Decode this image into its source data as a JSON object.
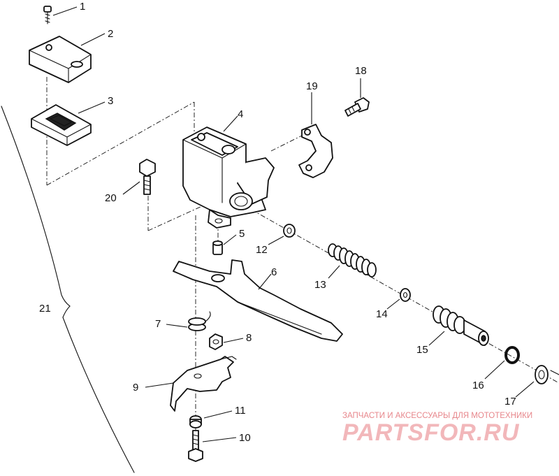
{
  "diagram": {
    "parts": [
      {
        "number": "1"
      },
      {
        "number": "2"
      },
      {
        "number": "3"
      },
      {
        "number": "4"
      },
      {
        "number": "5"
      },
      {
        "number": "6"
      },
      {
        "number": "7"
      },
      {
        "number": "8"
      },
      {
        "number": "9"
      },
      {
        "number": "10"
      },
      {
        "number": "11"
      },
      {
        "number": "12"
      },
      {
        "number": "13"
      },
      {
        "number": "14"
      },
      {
        "number": "15"
      },
      {
        "number": "16"
      },
      {
        "number": "17"
      },
      {
        "number": "18"
      },
      {
        "number": "19"
      },
      {
        "number": "20"
      },
      {
        "number": "21"
      }
    ]
  },
  "watermark": {
    "caption": "ЗАПЧАСТИ И АКСЕССУАРЫ ДЛЯ МОТОТЕХНИКИ",
    "logo": "PARTSFOR.RU",
    "color": "#e7868b"
  }
}
